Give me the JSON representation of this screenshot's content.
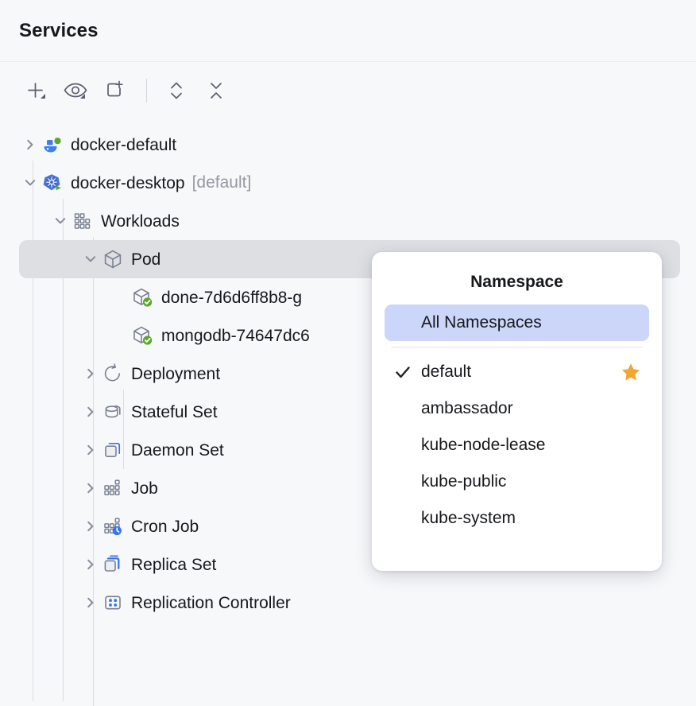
{
  "header": {
    "title": "Services"
  },
  "toolbar": {
    "buttons": [
      {
        "name": "add-service-button",
        "icon": "plus-icon",
        "has_dropdown": true
      },
      {
        "name": "show-hide-button",
        "icon": "eye-icon",
        "has_dropdown": true
      },
      {
        "name": "new-tab-button",
        "icon": "add-tab-icon",
        "has_dropdown": false
      },
      {
        "name": "expand-collapse-button",
        "icon": "chevron-up-down-icon",
        "has_dropdown": false
      },
      {
        "name": "collapse-all-button",
        "icon": "collapse-all-icon",
        "has_dropdown": false
      }
    ]
  },
  "tree": {
    "rows": [
      {
        "label": "docker-default",
        "suffix": "",
        "icon": "docker-icon",
        "twisty": "collapsed",
        "depth": 0,
        "selected": false
      },
      {
        "label": "docker-desktop",
        "suffix": "[default]",
        "icon": "kubernetes-icon",
        "twisty": "expanded",
        "depth": 0,
        "selected": false
      },
      {
        "label": "Workloads",
        "suffix": "",
        "icon": "workloads-icon",
        "twisty": "expanded",
        "depth": 1,
        "selected": false
      },
      {
        "label": "Pod",
        "suffix": "",
        "icon": "pod-icon",
        "twisty": "expanded",
        "depth": 2,
        "selected": true
      },
      {
        "label": "done-7d6d6ff8b8-g",
        "suffix": "",
        "icon": "pod-running-icon",
        "twisty": "none",
        "depth": 3,
        "selected": false
      },
      {
        "label": "mongodb-74647dc6",
        "suffix": "",
        "icon": "pod-running-icon",
        "twisty": "none",
        "depth": 3,
        "selected": false
      },
      {
        "label": "Deployment",
        "suffix": "",
        "icon": "deployment-icon",
        "twisty": "collapsed",
        "depth": 2,
        "selected": false
      },
      {
        "label": "Stateful Set",
        "suffix": "",
        "icon": "stateful-set-icon",
        "twisty": "collapsed",
        "depth": 2,
        "selected": false
      },
      {
        "label": "Daemon Set",
        "suffix": "",
        "icon": "daemon-set-icon",
        "twisty": "collapsed",
        "depth": 2,
        "selected": false
      },
      {
        "label": "Job",
        "suffix": "",
        "icon": "job-icon",
        "twisty": "collapsed",
        "depth": 2,
        "selected": false
      },
      {
        "label": "Cron Job",
        "suffix": "",
        "icon": "cron-job-icon",
        "twisty": "collapsed",
        "depth": 2,
        "selected": false
      },
      {
        "label": "Replica Set",
        "suffix": "",
        "icon": "replica-set-icon",
        "twisty": "collapsed",
        "depth": 2,
        "selected": false
      },
      {
        "label": "Replication Controller",
        "suffix": "",
        "icon": "replication-controller-icon",
        "twisty": "collapsed",
        "depth": 2,
        "selected": false
      }
    ]
  },
  "popup": {
    "title": "Namespace",
    "items": [
      {
        "label": "All Namespaces",
        "checked": false,
        "starred": false,
        "highlighted": true
      },
      {
        "label": "default",
        "checked": true,
        "starred": true,
        "highlighted": false
      },
      {
        "label": "ambassador",
        "checked": false,
        "starred": false,
        "highlighted": false
      },
      {
        "label": "kube-node-lease",
        "checked": false,
        "starred": false,
        "highlighted": false
      },
      {
        "label": "kube-public",
        "checked": false,
        "starred": false,
        "highlighted": false
      },
      {
        "label": "kube-system",
        "checked": false,
        "starred": false,
        "highlighted": false
      }
    ]
  },
  "colors": {
    "background": "#f7f8fa",
    "selected_row": "#dddfe3",
    "menu_highlight": "#ccd6f8",
    "star": "#f0a732",
    "docker_blue": "#3f7fe8",
    "status_green": "#5aa829",
    "accent_blue": "#3574f0"
  }
}
